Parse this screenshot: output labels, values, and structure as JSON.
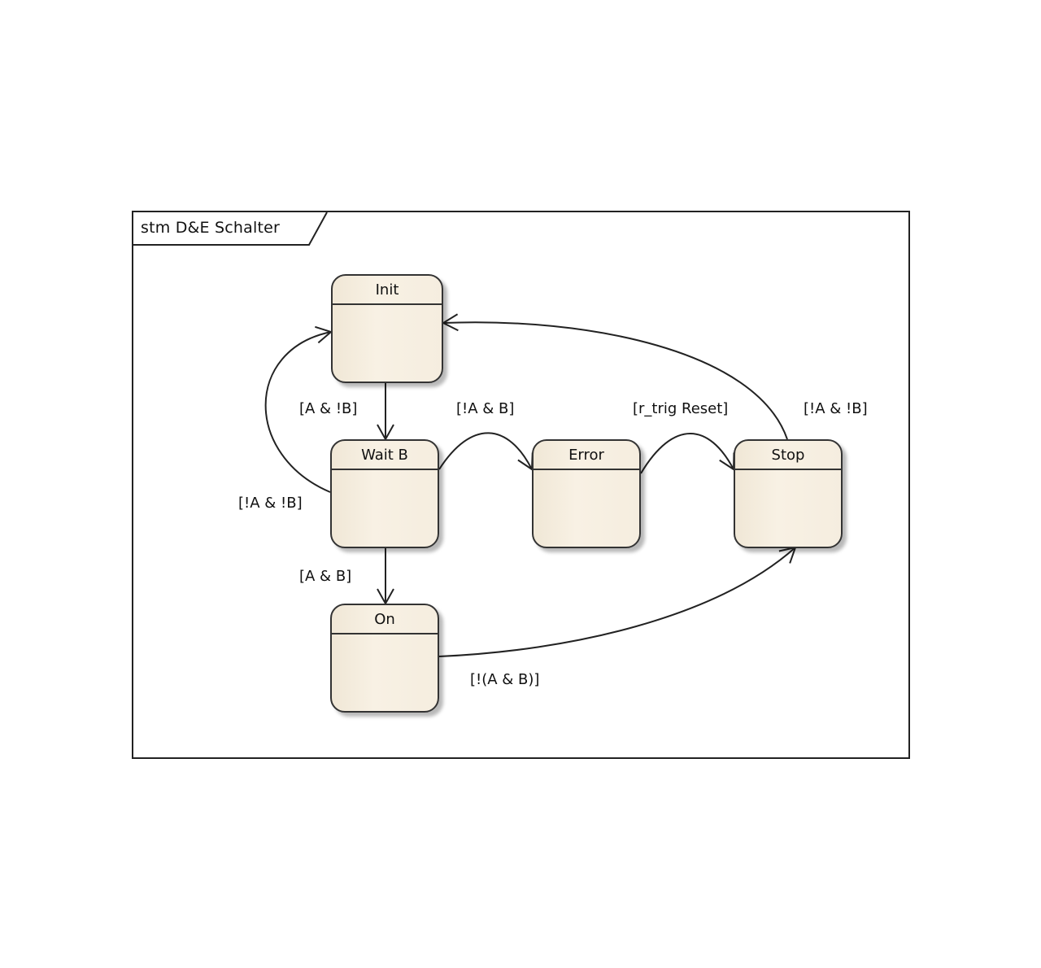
{
  "diagram": {
    "title": "stm D&E Schalter",
    "states": {
      "init": "Init",
      "wait_b": "Wait B",
      "error": "Error",
      "stop": "Stop",
      "on": "On"
    },
    "transitions": [
      {
        "from": "Init",
        "to": "Wait B",
        "guard": "[A & !B]"
      },
      {
        "from": "Wait B",
        "to": "Init",
        "guard": "[!A & !B]"
      },
      {
        "from": "Wait B",
        "to": "Error",
        "guard": "[!A & B]"
      },
      {
        "from": "Error",
        "to": "Stop",
        "guard": "[r_trig Reset]"
      },
      {
        "from": "Stop",
        "to": "Init",
        "guard": "[!A & !B]"
      },
      {
        "from": "Wait B",
        "to": "On",
        "guard": "[A & B]"
      },
      {
        "from": "On",
        "to": "Stop",
        "guard": "[!(A & B)]"
      }
    ],
    "colors": {
      "state_fill": "#f5eddf",
      "stroke": "#333333"
    }
  }
}
